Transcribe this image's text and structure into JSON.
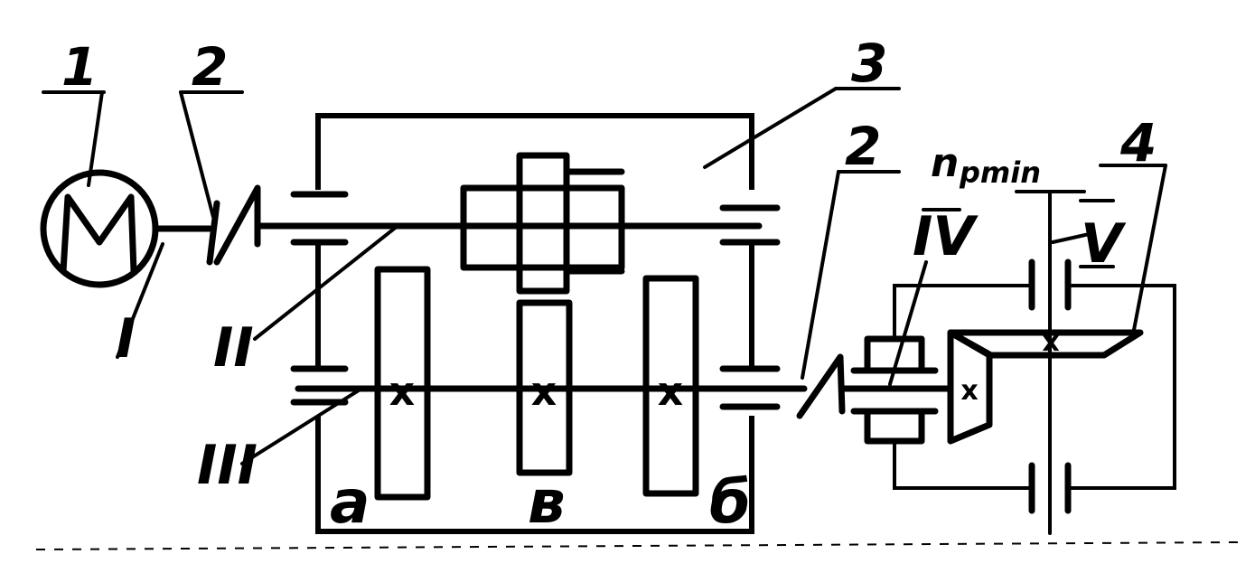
{
  "labels": {
    "motor_number": "1",
    "coupling_number_left": "2",
    "gearbox_number": "3",
    "coupling_number_right": "2",
    "output_number": "4",
    "motor_symbol": "M",
    "shaft_I": "I",
    "shaft_II": "II",
    "shaft_III": "III",
    "shaft_IV": "IV",
    "shaft_V": "V",
    "gear_a": "a",
    "gear_v": "в",
    "gear_b": "б",
    "speed_n": "n",
    "speed_sub": "pmin",
    "gear_mark": "x"
  }
}
